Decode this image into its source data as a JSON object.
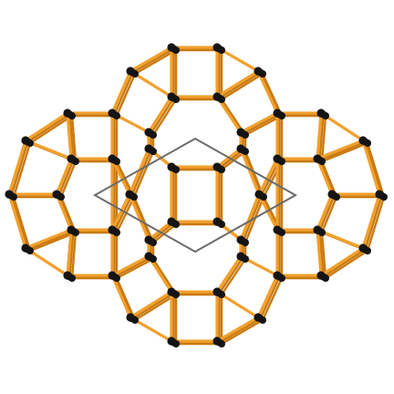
{
  "diagram": {
    "kind": "zeolite framework (stick-and-ball projection)",
    "rings": {
      "twelve_membered": 1,
      "eight_membered": 4,
      "six_membered": 2
    },
    "unit_cell": "rhombus",
    "colors": {
      "bond": "#F2A02C",
      "bond_shade": "#C97A12",
      "atom": "#141414",
      "cell": "#6b6b6b",
      "background": "#ffffff"
    }
  }
}
